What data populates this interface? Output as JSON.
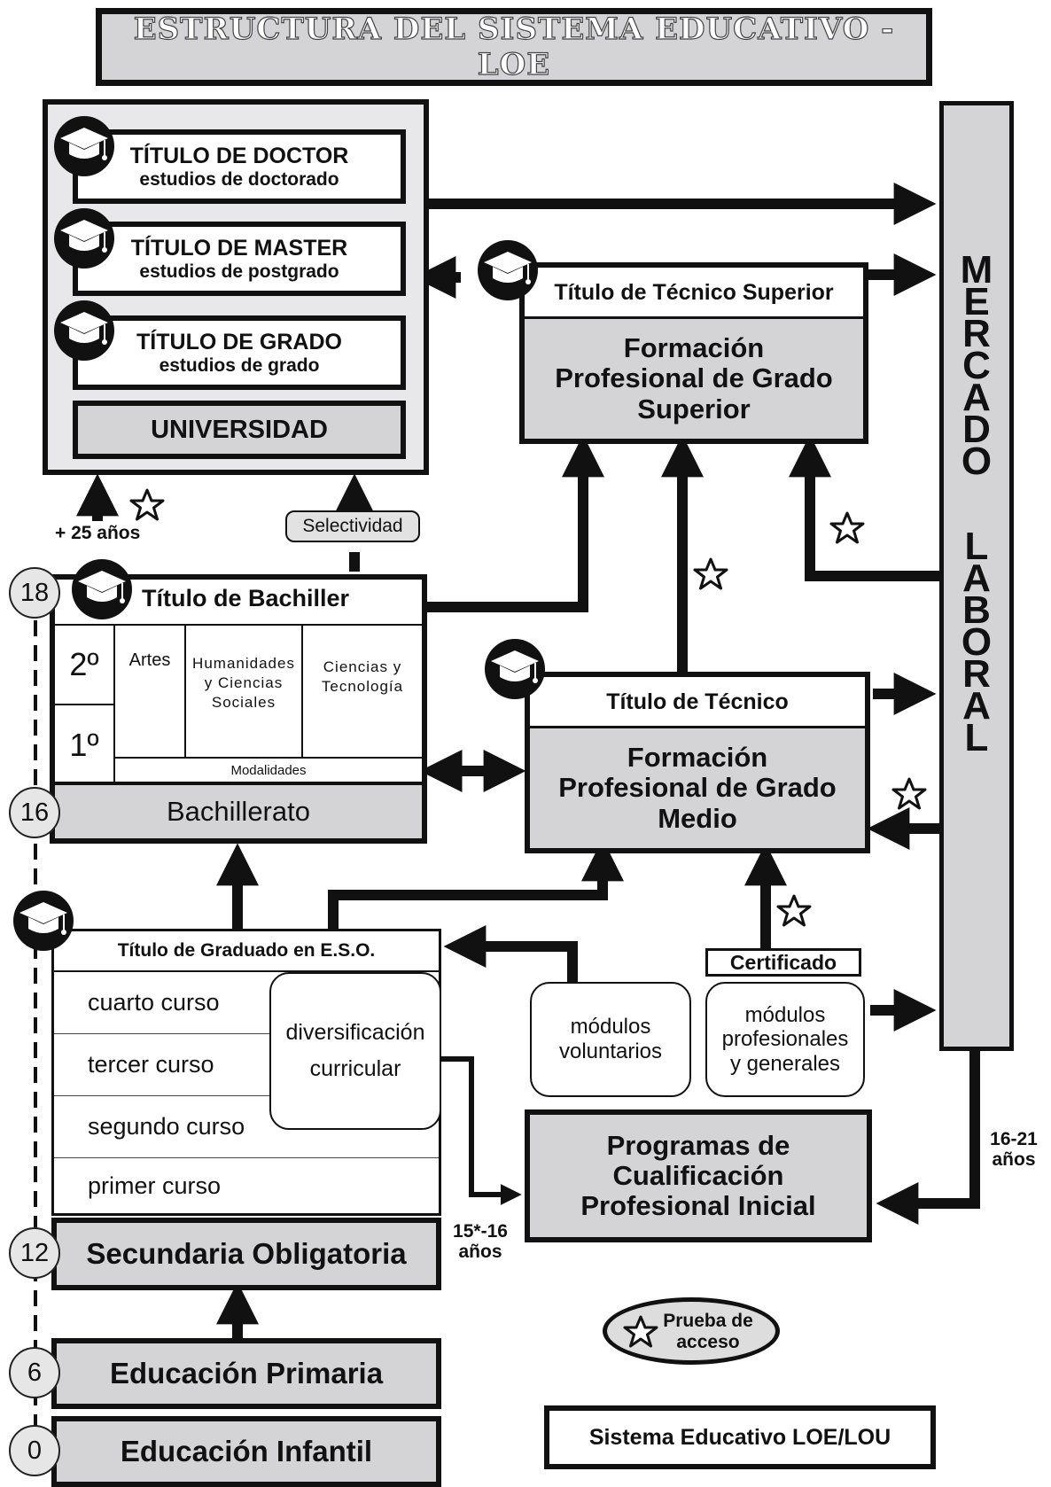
{
  "title": "ESTRUCTURA DEL SISTEMA EDUCATIVO - LOE",
  "universidad": {
    "doctor_title": "TÍTULO DE DOCTOR",
    "doctor_sub": "estudios de doctorado",
    "master_title": "TÍTULO DE MASTER",
    "master_sub": "estudios de postgrado",
    "grado_title": "TÍTULO DE GRADO",
    "grado_sub": "estudios de grado",
    "label": "UNIVERSIDAD"
  },
  "access": {
    "mayores": "+ 25 años",
    "selectividad": "Selectividad"
  },
  "fp_superior": {
    "titulo": "Título de Técnico Superior",
    "name": "Formación Profesional de Grado Superior"
  },
  "mercado": {
    "word1": [
      "M",
      "E",
      "R",
      "C",
      "A",
      "D",
      "O"
    ],
    "word2": [
      "L",
      "A",
      "B",
      "O",
      "R",
      "A",
      "L"
    ]
  },
  "bachillerato": {
    "titulo": "Título de Bachiller",
    "year2": "2º",
    "year1": "1º",
    "modalidades": [
      "Artes",
      "Humanidades y Ciencias Sociales",
      "Ciencias y Tecnología"
    ],
    "modalidades_label": "Modalidades",
    "label": "Bachillerato"
  },
  "fp_medio": {
    "titulo": "Título de Técnico",
    "name": "Formación Profesional de Grado Medio"
  },
  "ages": [
    "18",
    "16",
    "12",
    "6",
    "0"
  ],
  "eso": {
    "titulo": "Título de Graduado en E.S.O.",
    "cursos": [
      "cuarto curso",
      "tercer curso",
      "segundo curso",
      "primer curso"
    ],
    "diversificacion": "diversificación curricular",
    "label": "Secundaria Obligatoria"
  },
  "pcpi": {
    "certificado": "Certificado",
    "modulos_voluntarios": "módulos voluntarios",
    "modulos_profesionales": "módulos profesionales y generales",
    "name": "Programas de Cualificación Profesional Inicial",
    "edad_entrada": "15*-16 años",
    "edad_mercado": "16-21 años"
  },
  "primaria": "Educación Primaria",
  "infantil": "Educación Infantil",
  "legend": {
    "prueba": "Prueba de acceso",
    "sistema": "Sistema Educativo LOE/LOU"
  }
}
